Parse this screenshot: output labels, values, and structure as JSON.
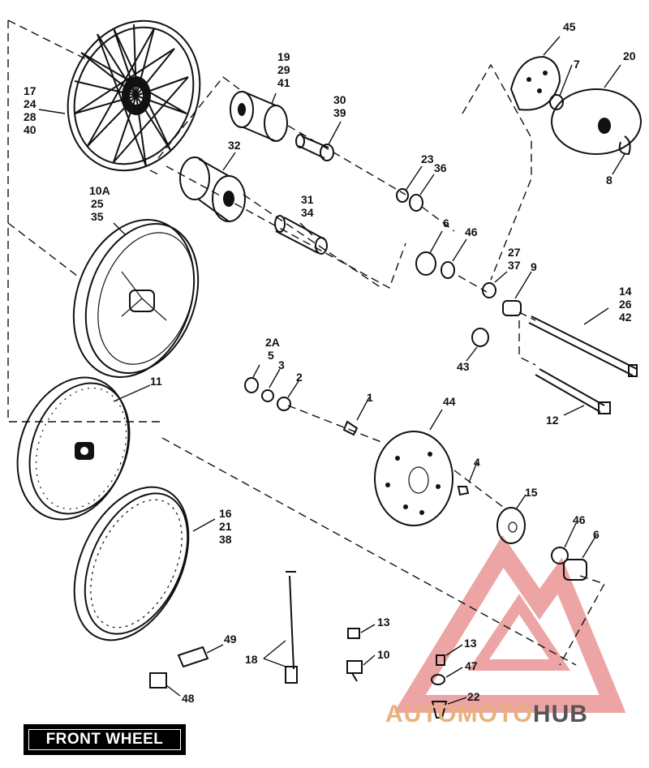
{
  "title": "FRONT WHEEL",
  "watermark": {
    "part1": "AUTOMOTO",
    "part2": "HUB",
    "color_accent": "#e05a5a",
    "color_text1": "#e8b27a",
    "color_text2": "#555555"
  },
  "callouts": [
    {
      "id": "c45",
      "lines": [
        "45"
      ]
    },
    {
      "id": "c20",
      "lines": [
        "20"
      ]
    },
    {
      "id": "c7",
      "lines": [
        "7"
      ]
    },
    {
      "id": "c8",
      "lines": [
        "8"
      ]
    },
    {
      "id": "c19",
      "lines": [
        "19",
        "29",
        "41"
      ]
    },
    {
      "id": "c30",
      "lines": [
        "30",
        "39"
      ]
    },
    {
      "id": "c17",
      "lines": [
        "17",
        "24",
        "28",
        "40"
      ]
    },
    {
      "id": "c32",
      "lines": [
        "32"
      ]
    },
    {
      "id": "c23",
      "lines": [
        "23"
      ]
    },
    {
      "id": "c36",
      "lines": [
        "36"
      ]
    },
    {
      "id": "c10a",
      "lines": [
        "10A",
        "25",
        "35"
      ]
    },
    {
      "id": "c31",
      "lines": [
        "31",
        "34"
      ]
    },
    {
      "id": "c6a",
      "lines": [
        "6"
      ]
    },
    {
      "id": "c46a",
      "lines": [
        "46"
      ]
    },
    {
      "id": "c27",
      "lines": [
        "27",
        "37"
      ]
    },
    {
      "id": "c9",
      "lines": [
        "9"
      ]
    },
    {
      "id": "c14",
      "lines": [
        "14",
        "26",
        "42"
      ]
    },
    {
      "id": "c43",
      "lines": [
        "43"
      ]
    },
    {
      "id": "c2a",
      "lines": [
        "2A",
        "5"
      ]
    },
    {
      "id": "c3",
      "lines": [
        "3"
      ]
    },
    {
      "id": "c2",
      "lines": [
        "2"
      ]
    },
    {
      "id": "c11",
      "lines": [
        "11"
      ]
    },
    {
      "id": "c1",
      "lines": [
        "1"
      ]
    },
    {
      "id": "c44",
      "lines": [
        "44"
      ]
    },
    {
      "id": "c12",
      "lines": [
        "12"
      ]
    },
    {
      "id": "c4",
      "lines": [
        "4"
      ]
    },
    {
      "id": "c15",
      "lines": [
        "15"
      ]
    },
    {
      "id": "c16",
      "lines": [
        "16",
        "21",
        "38"
      ]
    },
    {
      "id": "c46b",
      "lines": [
        "46"
      ]
    },
    {
      "id": "c6b",
      "lines": [
        "6"
      ]
    },
    {
      "id": "c13a",
      "lines": [
        "13"
      ]
    },
    {
      "id": "c49",
      "lines": [
        "49"
      ]
    },
    {
      "id": "c18",
      "lines": [
        "18"
      ]
    },
    {
      "id": "c10",
      "lines": [
        "10"
      ]
    },
    {
      "id": "c13b",
      "lines": [
        "13"
      ]
    },
    {
      "id": "c47",
      "lines": [
        "47"
      ]
    },
    {
      "id": "c22",
      "lines": [
        "22"
      ]
    },
    {
      "id": "c48",
      "lines": [
        "48"
      ]
    }
  ]
}
